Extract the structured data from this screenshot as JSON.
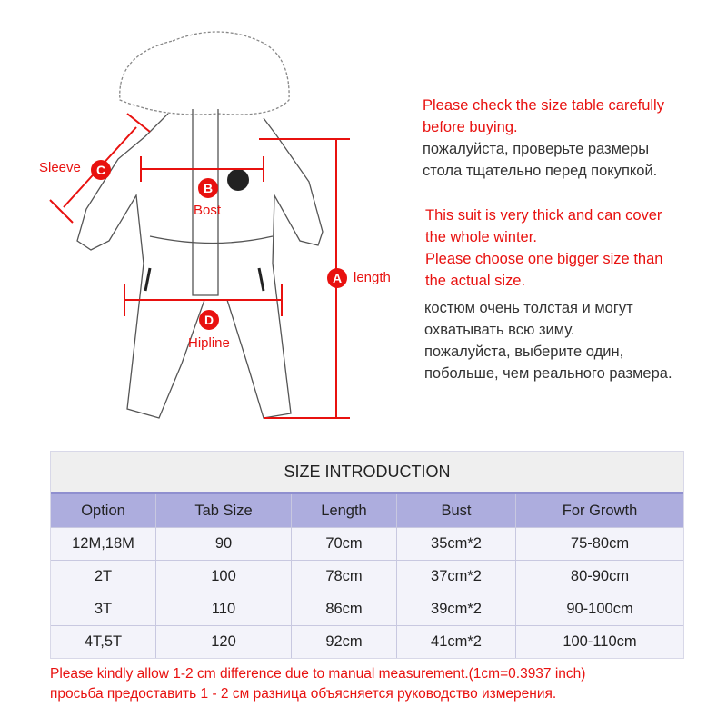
{
  "diagram": {
    "labels": {
      "sleeve": "Sleeve",
      "bust": "Bost",
      "length": "length",
      "hipline": "Hipline"
    },
    "badges": {
      "a": "A",
      "b": "B",
      "c": "C",
      "d": "D"
    }
  },
  "notes": {
    "en1": [
      "Please check the size table carefully",
      "before buying."
    ],
    "ru1": [
      "пожалуйста, проверьте размеры",
      "стола тщательно перед покупкой."
    ],
    "en2": [
      "This suit is very thick and can cover",
      "the whole winter.",
      "Please choose one bigger size than",
      "the actual size."
    ],
    "ru2": [
      "костюм очень толстая и могут",
      "охватывать всю зиму.",
      "пожалуйста, выберите один,",
      "побольше, чем реального размера."
    ]
  },
  "table": {
    "title": "SIZE INTRODUCTION",
    "headers": [
      "Option",
      "Tab Size",
      "Length",
      "Bust",
      "For Growth"
    ],
    "rows": [
      [
        "12M,18M",
        "90",
        "70cm",
        "35cm*2",
        "75-80cm"
      ],
      [
        "2T",
        "100",
        "78cm",
        "37cm*2",
        "80-90cm"
      ],
      [
        "3T",
        "110",
        "86cm",
        "39cm*2",
        "90-100cm"
      ],
      [
        "4T,5T",
        "120",
        "92cm",
        "41cm*2",
        "100-110cm"
      ]
    ]
  },
  "footer": {
    "en": "Please kindly allow 1-2 cm difference due to manual measurement.(1cm=0.3937 inch)",
    "ru": "просьба предоставить 1 - 2 см разница объясняется руководство измерения."
  },
  "colors": {
    "accent": "#e8110f",
    "header": "#adadde",
    "title_band": "#efefef"
  }
}
